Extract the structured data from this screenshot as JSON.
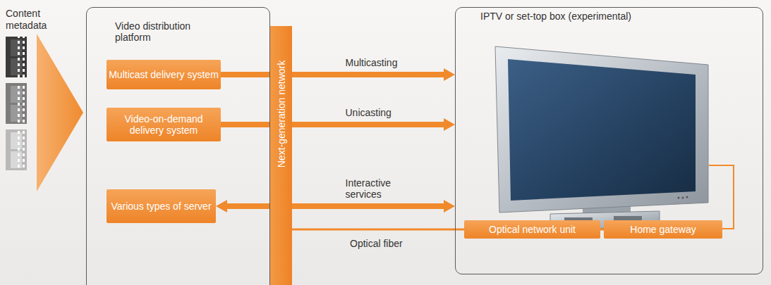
{
  "diagram": {
    "nodes": [
      {
        "text": [
          "Video distribution platform"
        ]
      },
      {
        "text": [
          "Multicast delivery system"
        ],
        "in": 0
      },
      {
        "text": [
          "Video-on-demand delivery system"
        ],
        "in": 0
      },
      {
        "text": [
          "Various types of server"
        ],
        "in": 0
      },
      {
        "text": [
          "Next-generation network"
        ]
      },
      {
        "text": [
          "IPTV or set-top box (experimental)"
        ]
      },
      {
        "text": [
          "Optical network unit"
        ],
        "in": 5
      },
      {
        "text": [
          "Home gateway"
        ],
        "in": 5
      }
    ],
    "edges": [
      {
        "from": 1,
        "to": 5,
        "label": "Multicasting",
        "arrow": "to"
      },
      {
        "from": 2,
        "to": 5,
        "label": "Unicasting",
        "arrow": "to"
      },
      {
        "from": 3,
        "to": 5,
        "label": "Interactive services",
        "arrow": "both"
      },
      {
        "from": 4,
        "to": 6,
        "label": "Optical fiber",
        "arrow": "none"
      },
      {
        "from": 6,
        "to": 7,
        "arrow": "none"
      }
    ],
    "labels": [
      "Content metadata"
    ]
  }
}
